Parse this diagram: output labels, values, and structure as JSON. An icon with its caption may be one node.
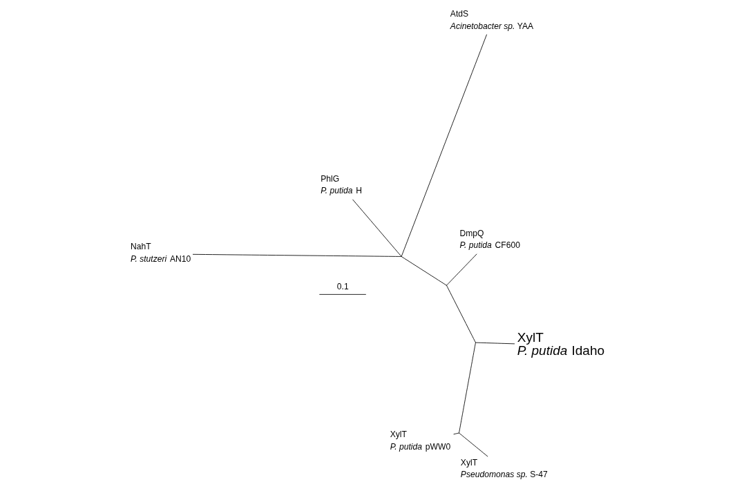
{
  "diagram": {
    "nodes": [
      {
        "text": [
          "XylT",
          "*P. putida* pWW0"
        ]
      },
      {
        "text": [
          "XylT",
          "*P. putida* Idaho"
        ]
      },
      {
        "text": [
          "XylT",
          "*Pseudomonas sp.* S-47"
        ]
      },
      {
        "text": [
          "DmpQ",
          "*P. putida* CF600"
        ]
      },
      {
        "text": [
          "AtdS",
          "*Acinetobacter sp.* YAA"
        ]
      },
      {
        "text": [
          "PhlG",
          "*P. putida* H"
        ]
      },
      {
        "text": [
          "NahT",
          "*P. stutzeri* AN10"
        ]
      },
      {
        "text": [],
        "shape": "point"
      },
      {
        "text": [],
        "shape": "point"
      },
      {
        "text": [],
        "shape": "point"
      },
      {
        "text": [],
        "shape": "point"
      }
    ],
    "edges": [
      {
        "from": 7,
        "to": 0,
        "arrow": "none"
      },
      {
        "from": 7,
        "to": 2,
        "arrow": "none"
      },
      {
        "from": 8,
        "to": 1,
        "arrow": "none"
      },
      {
        "from": 8,
        "to": 7,
        "arrow": "none"
      },
      {
        "from": 9,
        "to": 3,
        "arrow": "none"
      },
      {
        "from": 9,
        "to": 8,
        "arrow": "none"
      },
      {
        "from": 10,
        "to": 9,
        "arrow": "none"
      },
      {
        "from": 10,
        "to": 4,
        "arrow": "none"
      },
      {
        "from": 10,
        "to": 5,
        "arrow": "none"
      },
      {
        "from": 10,
        "to": 6,
        "arrow": "none"
      }
    ],
    "labels": [
      "0.1"
    ]
  }
}
